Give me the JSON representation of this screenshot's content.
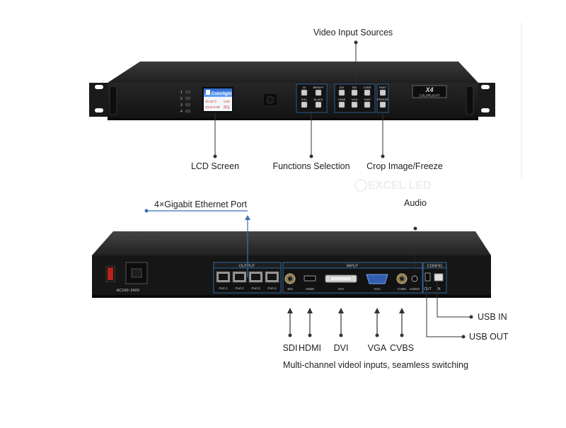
{
  "front_panel": {
    "callouts": {
      "video_input_sources": "Video Input Sources",
      "lcd_screen": "LCD Screen",
      "functions_selection": "Functions Selection",
      "crop_image_freeze": "Crop Image/Freeze"
    },
    "lcd": {
      "brand": "Colorlight",
      "line1_left": "30.30℃",
      "line1_right": "0:00",
      "line2_left": "2014-8-08",
      "line2_right": "周五"
    },
    "channel_numbers": [
      "1",
      "2",
      "3",
      "4"
    ],
    "function_buttons": [
      "DI",
      "BRIGHT",
      "ESC",
      "BLACK"
    ],
    "source_buttons": [
      "DVI",
      "SDI",
      "CVBS",
      "HDMI",
      "VGA",
      "TAKE"
    ],
    "crop_buttons": [
      "PART",
      "FREEZE"
    ],
    "badge_model": "X4",
    "badge_brand": "COLORLIGHT"
  },
  "watermark": "EXCEL LED",
  "rear_panel": {
    "callouts": {
      "ethernet": "4×Gigabit Ethernet Port",
      "audio": "Audio",
      "usb_in": "USB IN",
      "usb_out": "USB OUT"
    },
    "power_label": "AC100~240V",
    "output_title": "OUTPUT",
    "ports": [
      "Port 1",
      "Port 2",
      "Port 3",
      "Port 4"
    ],
    "input_title": "INPUT",
    "input_labels": [
      "SDI",
      "HDMI",
      "DVI",
      "VGA",
      "CVBS",
      "AUDIO"
    ],
    "config_title": "CONFIG",
    "config_labels": [
      "OUT",
      "IN"
    ]
  },
  "bottom_labels": [
    "SDI",
    "HDMI",
    "DVI",
    "VGA",
    "CVBS"
  ],
  "caption": "Multi-channel videol inputs, seamless switching",
  "colors": {
    "chassis": "#1c1c1c",
    "chassis_top": "#2a2a2a",
    "panel_outline": "#2f6ea8",
    "arrow_blue": "#3b6fb6",
    "leader": "#333333"
  }
}
